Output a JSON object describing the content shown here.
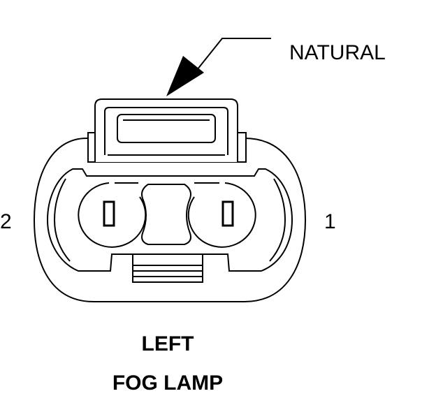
{
  "callout": {
    "text": "NATURAL"
  },
  "pins": {
    "left": "2",
    "right": "1"
  },
  "title": {
    "line1": "LEFT",
    "line2": "FOG LAMP"
  },
  "colors": {
    "ink": "#000000",
    "paper": "#ffffff"
  }
}
